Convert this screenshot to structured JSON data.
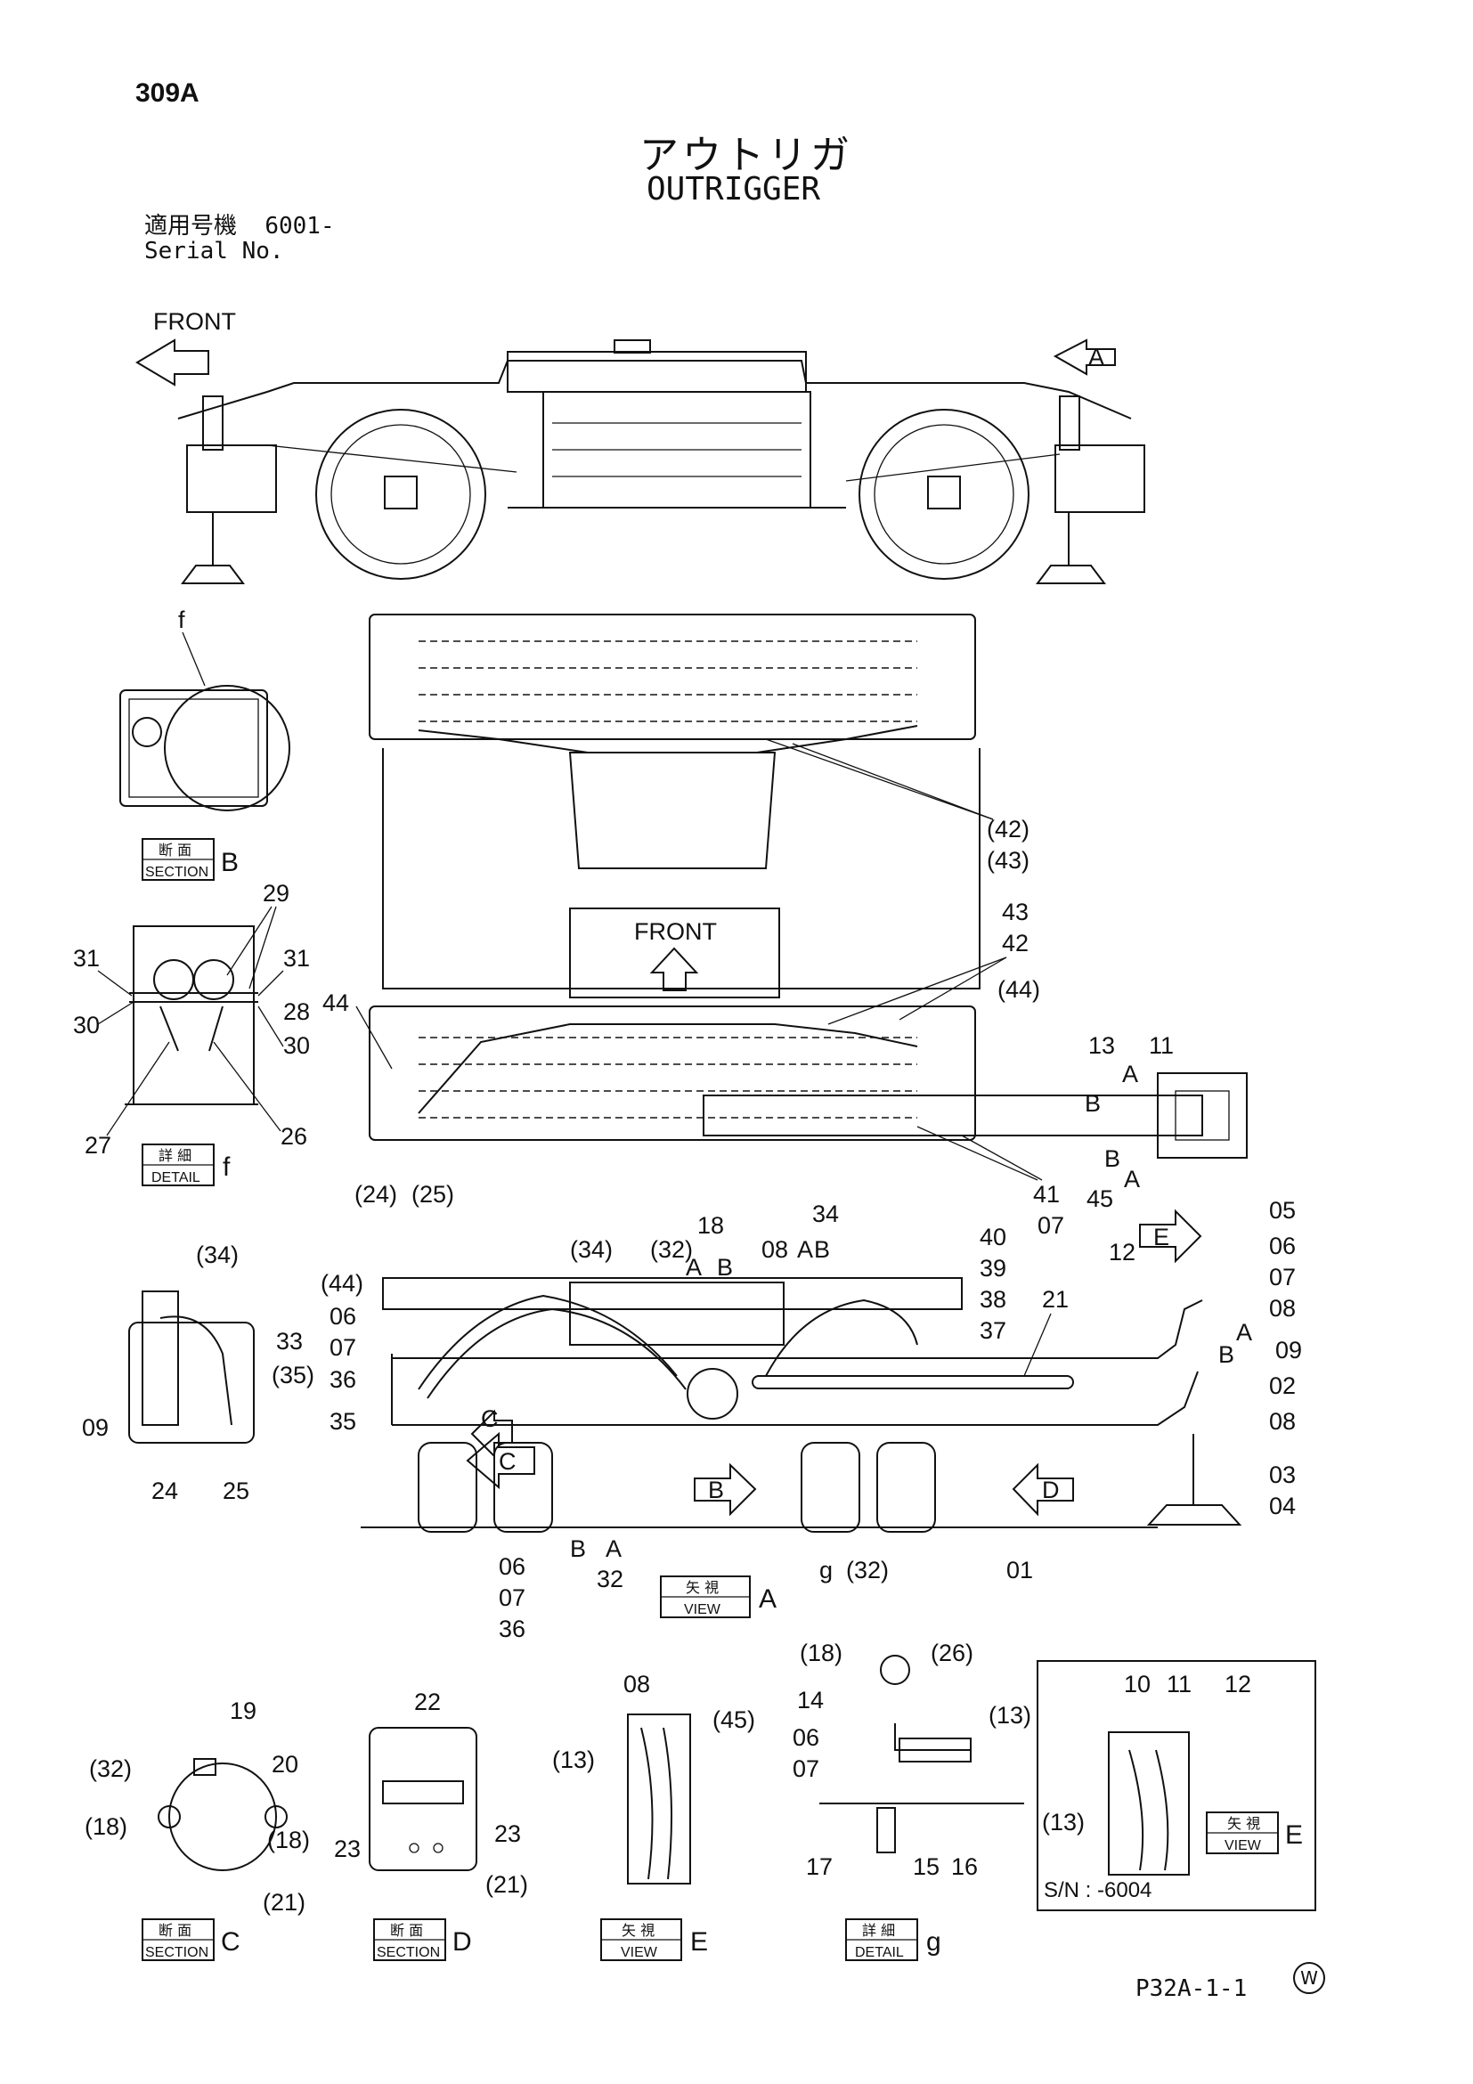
{
  "header": {
    "page_code": "309A",
    "title_jp": "アウトリガ",
    "title_en": "OUTRIGGER",
    "serial_label_jp": "適用号機",
    "serial_value": "6001-",
    "serial_label_en": "Serial No."
  },
  "footer": {
    "sheet_code": "P32A-1-1",
    "watermark_letter": "W"
  },
  "views": {
    "section_b": {
      "jp": "断 面",
      "en": "SECTION",
      "letter": "B"
    },
    "detail_f": {
      "jp": "詳 細",
      "en": "DETAIL",
      "letter": "f"
    },
    "view_a": {
      "jp": "矢 視",
      "en": "VIEW",
      "letter": "A"
    },
    "section_c": {
      "jp": "断 面",
      "en": "SECTION",
      "letter": "C"
    },
    "section_d": {
      "jp": "断 面",
      "en": "SECTION",
      "letter": "D"
    },
    "view_e1": {
      "jp": "矢 視",
      "en": "VIEW",
      "letter": "E"
    },
    "detail_g": {
      "jp": "詳 細",
      "en": "DETAIL",
      "letter": "g"
    },
    "view_e2": {
      "jp": "矢 視",
      "en": "VIEW",
      "letter": "E"
    }
  },
  "top_view": {
    "front_label": "FRONT",
    "arrow_a": "A"
  },
  "plan_view": {
    "front_label": "FRONT",
    "callouts": [
      "(42)",
      "(43)",
      "43",
      "42",
      "(44)",
      "44",
      "13",
      "11",
      "A",
      "B",
      "B",
      "A",
      "45",
      "41",
      "07",
      "(24)",
      "(25)"
    ]
  },
  "detail_f_labels": [
    "f",
    "29",
    "31",
    "31",
    "30",
    "28",
    "30",
    "27",
    "26"
  ],
  "view_a_labels": {
    "top": [
      "(44)",
      "(34)",
      "(32)",
      "18",
      "A",
      "B",
      "08",
      "34",
      "A",
      "B",
      "40",
      "39",
      "38",
      "37",
      "21",
      "12",
      "05",
      "06",
      "07",
      "08",
      "A",
      "B",
      "09",
      "02",
      "08",
      "03",
      "04"
    ],
    "left": [
      "06",
      "07",
      "36",
      "35"
    ],
    "bottom": [
      "B",
      "A",
      "32",
      "06",
      "07",
      "36",
      "g",
      "(32)",
      "01"
    ],
    "arrows": [
      "C",
      "C",
      "B",
      "D",
      "E"
    ]
  },
  "left_detail_labels": [
    "(34)",
    "33",
    "(35)",
    "09",
    "24",
    "25"
  ],
  "section_c_labels": [
    "19",
    "20",
    "(32)",
    "(18)",
    "(18)",
    "(21)"
  ],
  "section_d_labels": [
    "22",
    "23",
    "23",
    "(21)"
  ],
  "view_e1_labels": [
    "08",
    "(45)",
    "(13)"
  ],
  "detail_g_labels": [
    "(18)",
    "(26)",
    "14",
    "(13)",
    "06",
    "07",
    "17",
    "15",
    "16"
  ],
  "view_e2_labels": [
    "10",
    "11",
    "12",
    "(13)"
  ],
  "view_e2_serial": "S/N :    -6004"
}
